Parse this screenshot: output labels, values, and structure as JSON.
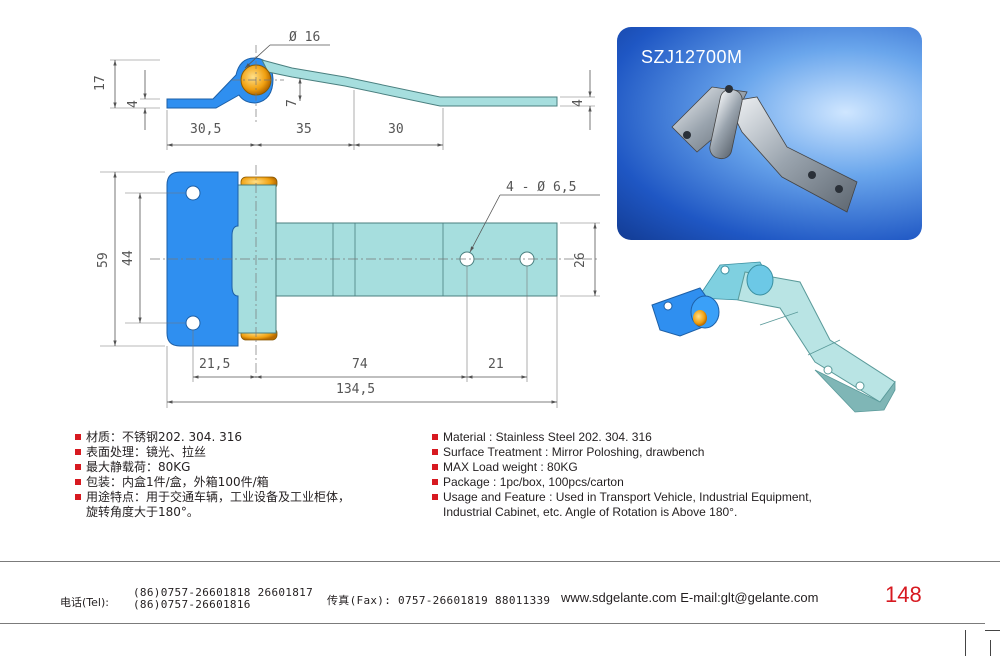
{
  "product": {
    "model": "SZJ12700M"
  },
  "dimensions": {
    "top_view": {
      "diameter": "Ø 16",
      "height_17": "17",
      "thick_4_left": "4",
      "thick_4_right": "4",
      "offset_7": "7",
      "len_30_5": "30,5",
      "len_35": "35",
      "len_30": "30"
    },
    "front_view": {
      "holes": "4 - Ø 6,5",
      "height_59": "59",
      "height_44": "44",
      "width_26": "26",
      "len_21_5": "21,5",
      "len_74": "74",
      "len_21": "21",
      "total_134_5": "134,5"
    }
  },
  "specs_cn": [
    "材质：不锈钢202. 304. 316",
    "表面处理：镜光、拉丝",
    "最大静载荷：80KG",
    "包装：内盒1件/盒，外箱100件/箱",
    "用途特点：用于交通车辆，工业设备及工业柜体，"
  ],
  "specs_cn_cont": "旋转角度大于180°。",
  "specs_en": [
    "Material : Stainless Steel 202. 304. 316",
    "Surface Treatment : Mirror Poloshing, drawbench",
    "MAX Load weight : 80KG",
    "Package : 1pc/box,  100pcs/carton",
    "Usage and Feature : Used in Transport Vehicle, Industrial Equipment,"
  ],
  "specs_en_cont": "Industrial Cabinet, etc. Angle of Rotation is Above 180°.",
  "footer": {
    "tel_label": "电话(Tel):",
    "tel_line1": "(86)0757-26601818  26601817",
    "tel_line2": "(86)0757-26601816",
    "fax": "传真(Fax): 0757-26601819 88011339",
    "website": "www.sdgelante.com",
    "email": "E-mail:glt@gelante.com",
    "page_number": "148"
  },
  "colors": {
    "hinge_blue": "#2f8ff0",
    "hinge_leaf": "#a6dede",
    "pin_orange": "#f0a010",
    "bullet_red": "#d71920"
  }
}
